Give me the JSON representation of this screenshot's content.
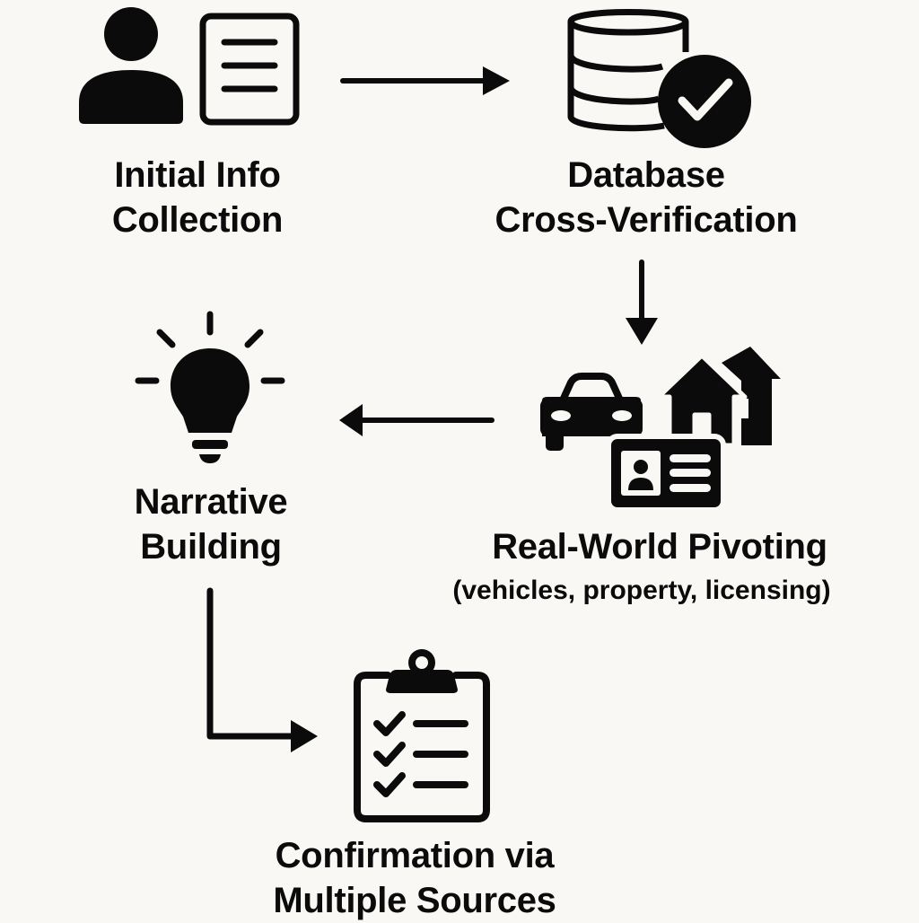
{
  "diagram": {
    "type": "flowchart",
    "background": "#f9f8f4",
    "ink": "#0b0b0b",
    "steps": [
      {
        "id": "initial",
        "title_lines": [
          "Initial Info",
          "Collection"
        ],
        "icons": [
          "person-icon",
          "document-icon"
        ]
      },
      {
        "id": "database",
        "title_lines": [
          "Database",
          "Cross-Verification"
        ],
        "icons": [
          "database-icon",
          "check-circle-icon"
        ]
      },
      {
        "id": "pivoting",
        "title_lines": [
          "Real-World Pivoting"
        ],
        "subtitle": "(vehicles, property, licensing)",
        "icons": [
          "car-icon",
          "houses-icon",
          "id-card-icon"
        ]
      },
      {
        "id": "narrative",
        "title_lines": [
          "Narrative",
          "Building"
        ],
        "icons": [
          "lightbulb-icon"
        ]
      },
      {
        "id": "confirmation",
        "title_lines": [
          "Confirmation via",
          "Multiple Sources"
        ],
        "icons": [
          "clipboard-checklist-icon"
        ]
      }
    ],
    "arrows": [
      {
        "from": "initial",
        "to": "database",
        "direction": "right"
      },
      {
        "from": "database",
        "to": "pivoting",
        "direction": "down"
      },
      {
        "from": "pivoting",
        "to": "narrative",
        "direction": "left"
      },
      {
        "from": "narrative",
        "to": "confirmation",
        "direction": "down-then-right"
      }
    ]
  }
}
